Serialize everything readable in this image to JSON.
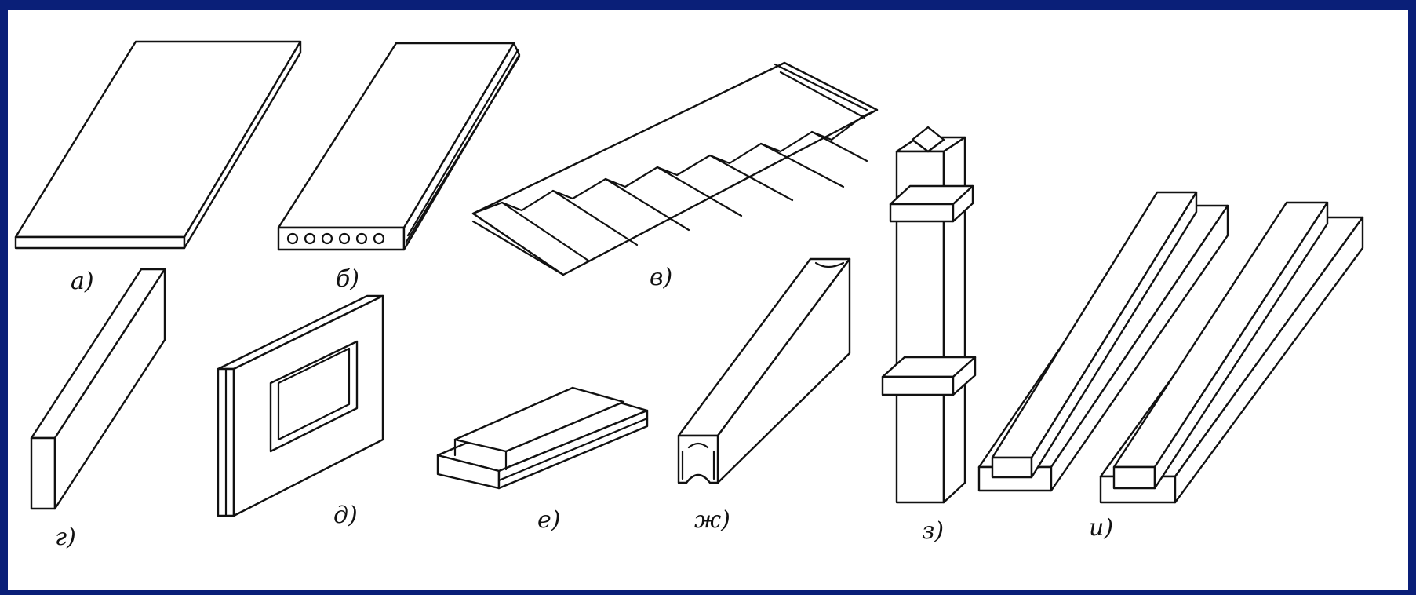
{
  "colors": {
    "frame": "#0a1f78",
    "paper": "#ffffff",
    "ink": "#111111"
  },
  "labels": {
    "a": "а)",
    "b": "б)",
    "v": "в)",
    "g": "г)",
    "d": "д)",
    "e": "е)",
    "zh": "ж)",
    "z": "з)",
    "i": "и)"
  }
}
